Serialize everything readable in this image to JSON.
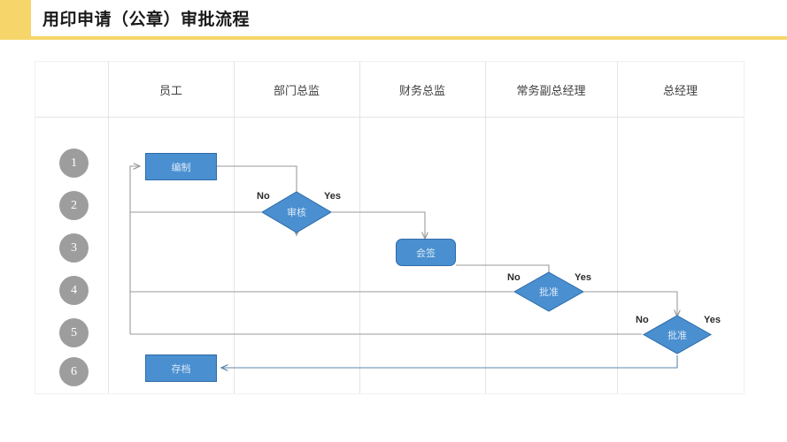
{
  "header": {
    "title": "用印申请（公章）审批流程",
    "accent_color": "#f6d66b"
  },
  "colors": {
    "shape_fill": "#4a8fd0",
    "shape_stroke": "#2d6ca8",
    "step_circle": "#9d9d9d",
    "connector_gray": "#9a9a9a",
    "connector_blue": "#5b87ad",
    "grid_line": "#e4e4e6"
  },
  "columns": [
    {
      "label": ""
    },
    {
      "label": "员工"
    },
    {
      "label": "部门总监"
    },
    {
      "label": "财务总监"
    },
    {
      "label": "常务副总经理"
    },
    {
      "label": "总经理"
    }
  ],
  "steps": [
    {
      "number": "1"
    },
    {
      "number": "2"
    },
    {
      "number": "3"
    },
    {
      "number": "4"
    },
    {
      "number": "5"
    },
    {
      "number": "6"
    }
  ],
  "nodes": {
    "draft": {
      "label": "编制",
      "type": "process",
      "lane": "员工",
      "step": "1"
    },
    "review": {
      "label": "审核",
      "type": "decision",
      "lane": "部门总监",
      "step": "2"
    },
    "countersign": {
      "label": "会签",
      "type": "process-rounded",
      "lane": "财务总监",
      "step": "3"
    },
    "approve_vp": {
      "label": "批准",
      "type": "decision",
      "lane": "常务副总经理",
      "step": "4"
    },
    "approve_gm": {
      "label": "批准",
      "type": "decision",
      "lane": "总经理",
      "step": "5"
    },
    "archive": {
      "label": "存档",
      "type": "process",
      "lane": "员工",
      "step": "6"
    }
  },
  "branch_labels": {
    "review_no": "No",
    "review_yes": "Yes",
    "approve_vp_no": "No",
    "approve_vp_yes": "Yes",
    "approve_gm_no": "No",
    "approve_gm_yes": "Yes"
  }
}
